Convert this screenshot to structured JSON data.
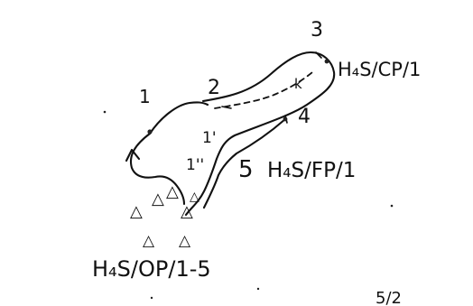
{
  "nodes": {
    "n1": "1",
    "n2": "2",
    "n3": "3",
    "n4": "4",
    "n5": "5",
    "n1_prime": "1'",
    "n1_double_prime": "1''"
  },
  "labels": {
    "top_right": "H₄S/CP/1",
    "middle_right": "H₄S/FP/1",
    "bottom_left": "H₄S/OP/1-5",
    "corner_fragment": "5/2"
  },
  "markers": {
    "triangle": "△",
    "count": 7
  },
  "colors": {
    "ink": "#111111",
    "paper": "#ffffff"
  }
}
